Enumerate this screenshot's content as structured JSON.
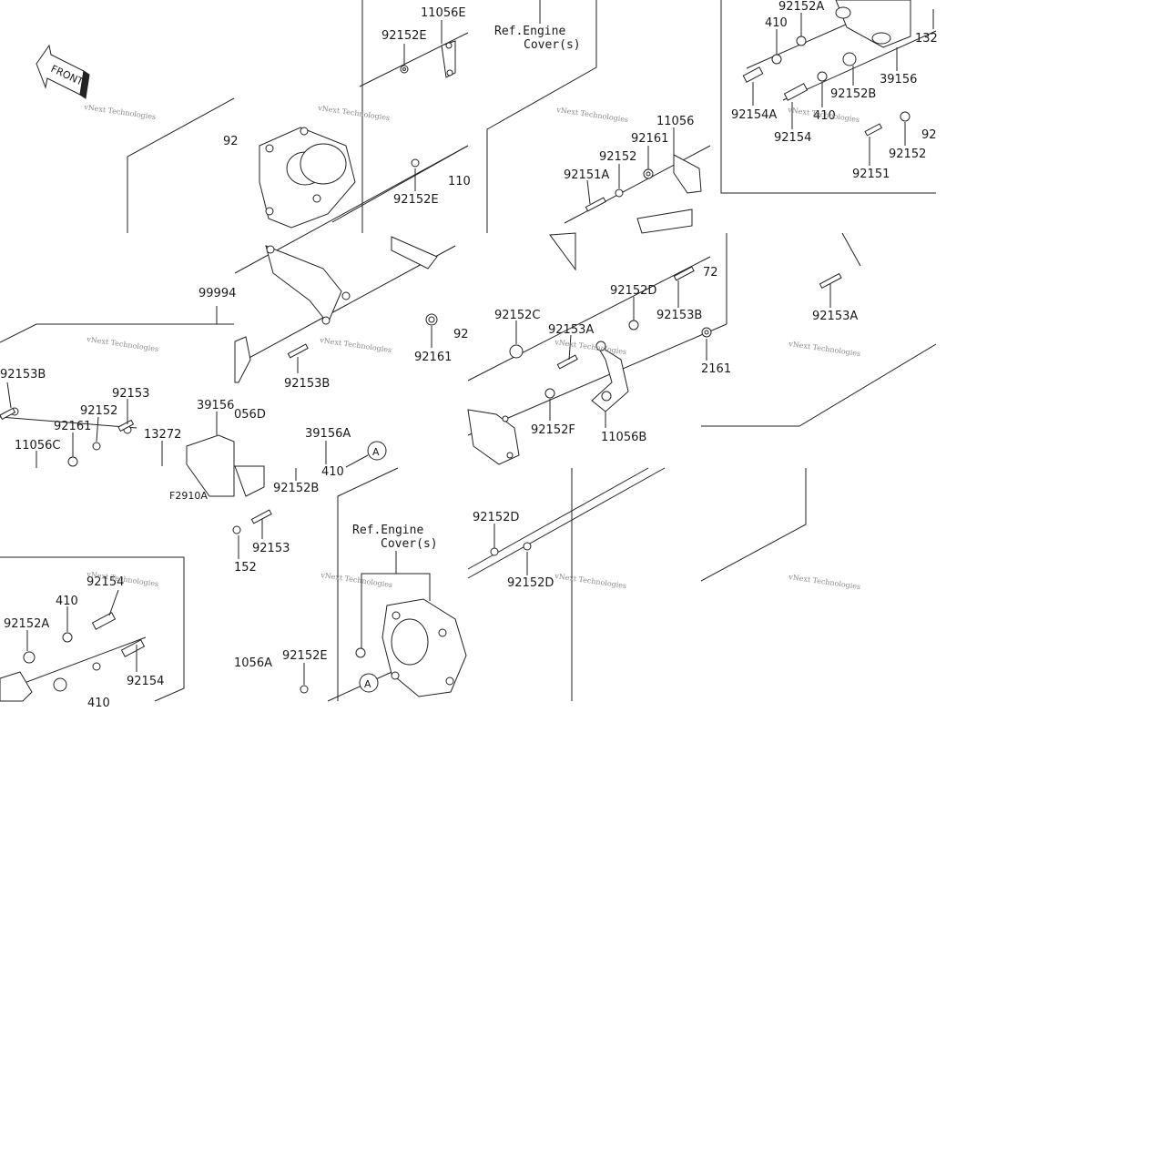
{
  "diagram": {
    "front_label": "FRONT",
    "watermark": "vNext Technologies",
    "ref_engine_cover": [
      "Ref.Engine",
      "Cover(s)"
    ],
    "callout_a": "A",
    "labels": {
      "l_11056E": "11056E",
      "l_92152E_top": "92152E",
      "l_92_cut": "92",
      "l_92152E_mid": "92152E",
      "l_110_cut": "110",
      "l_9999x": "99994",
      "l_92153B_left": "92153B",
      "l_92153_left": "92153",
      "l_92152_left": "92152",
      "l_92161_left": "92161",
      "l_11056C": "11056C",
      "l_39156_left": "39156",
      "l_13272_left": "13272",
      "l_F2910A": "F2910A",
      "l_056D": "056D",
      "l_92153B_mid": "92153B",
      "l_92161_mid": "92161",
      "l_92_mid": "92",
      "l_39156A": "39156A",
      "l_410_mid": "410",
      "l_92152B_mid": "92152B",
      "l_92153_mid": "92153",
      "l_152": "152",
      "l_92154_bl": "92154",
      "l_410_bl": "410",
      "l_92152A_bl": "92152A",
      "l_92154_bl2": "92154",
      "l_410_bl2": "410",
      "l_1056A": "1056A",
      "l_92152E_bot": "92152E",
      "l_11056": "11056",
      "l_92161_r": "92161",
      "l_92152_r": "92152",
      "l_92151A": "92151A",
      "l_92152D_r": "92152D",
      "l_92152C": "92152C",
      "l_92153A_r": "92153A",
      "l_92153B_r": "92153B",
      "l_72": "72",
      "l_2161": "2161",
      "l_92152F": "92152F",
      "l_11056B": "11056B",
      "l_92152D_b1": "92152D",
      "l_92152D_b2": "92152D",
      "l_92152A_tr": "92152A",
      "l_410_tr": "410",
      "l_132": "132",
      "l_39156_tr": "39156",
      "l_92152B_tr": "92152B",
      "l_92154A": "92154A",
      "l_410_tr2": "410",
      "l_92154_tr": "92154",
      "l_92_tr": "92",
      "l_92152_tr": "92152",
      "l_92151": "92151",
      "l_92153A_far": "92153A"
    }
  }
}
